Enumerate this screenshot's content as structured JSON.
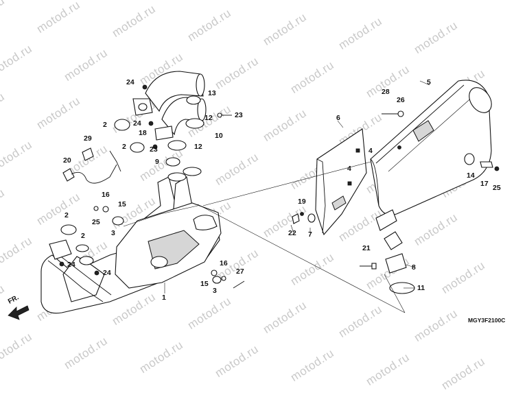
{
  "watermark": "motod.ru",
  "diagram_code": "MGY3F2100C",
  "front_marker": "FR.",
  "callouts": {
    "c1": "1",
    "c2a": "2",
    "c2b": "2",
    "c2c": "2",
    "c2d": "2",
    "c3a": "3",
    "c3b": "3",
    "c4a": "4",
    "c4b": "4",
    "c5": "5",
    "c6": "6",
    "c7": "7",
    "c8": "8",
    "c9": "9",
    "c10": "10",
    "c11": "11",
    "c12a": "12",
    "c12b": "12",
    "c13": "13",
    "c14": "14",
    "c15a": "15",
    "c15b": "15",
    "c16a": "16",
    "c16b": "16",
    "c17": "17",
    "c18": "18",
    "c19": "19",
    "c20": "20",
    "c21": "21",
    "c22": "22",
    "c23a": "23",
    "c23b": "23",
    "c24a": "24",
    "c24b": "24",
    "c24c": "24",
    "c24d": "24",
    "c25a": "25",
    "c25b": "25",
    "c26": "26",
    "c27": "27",
    "c28": "28",
    "c29": "29"
  }
}
